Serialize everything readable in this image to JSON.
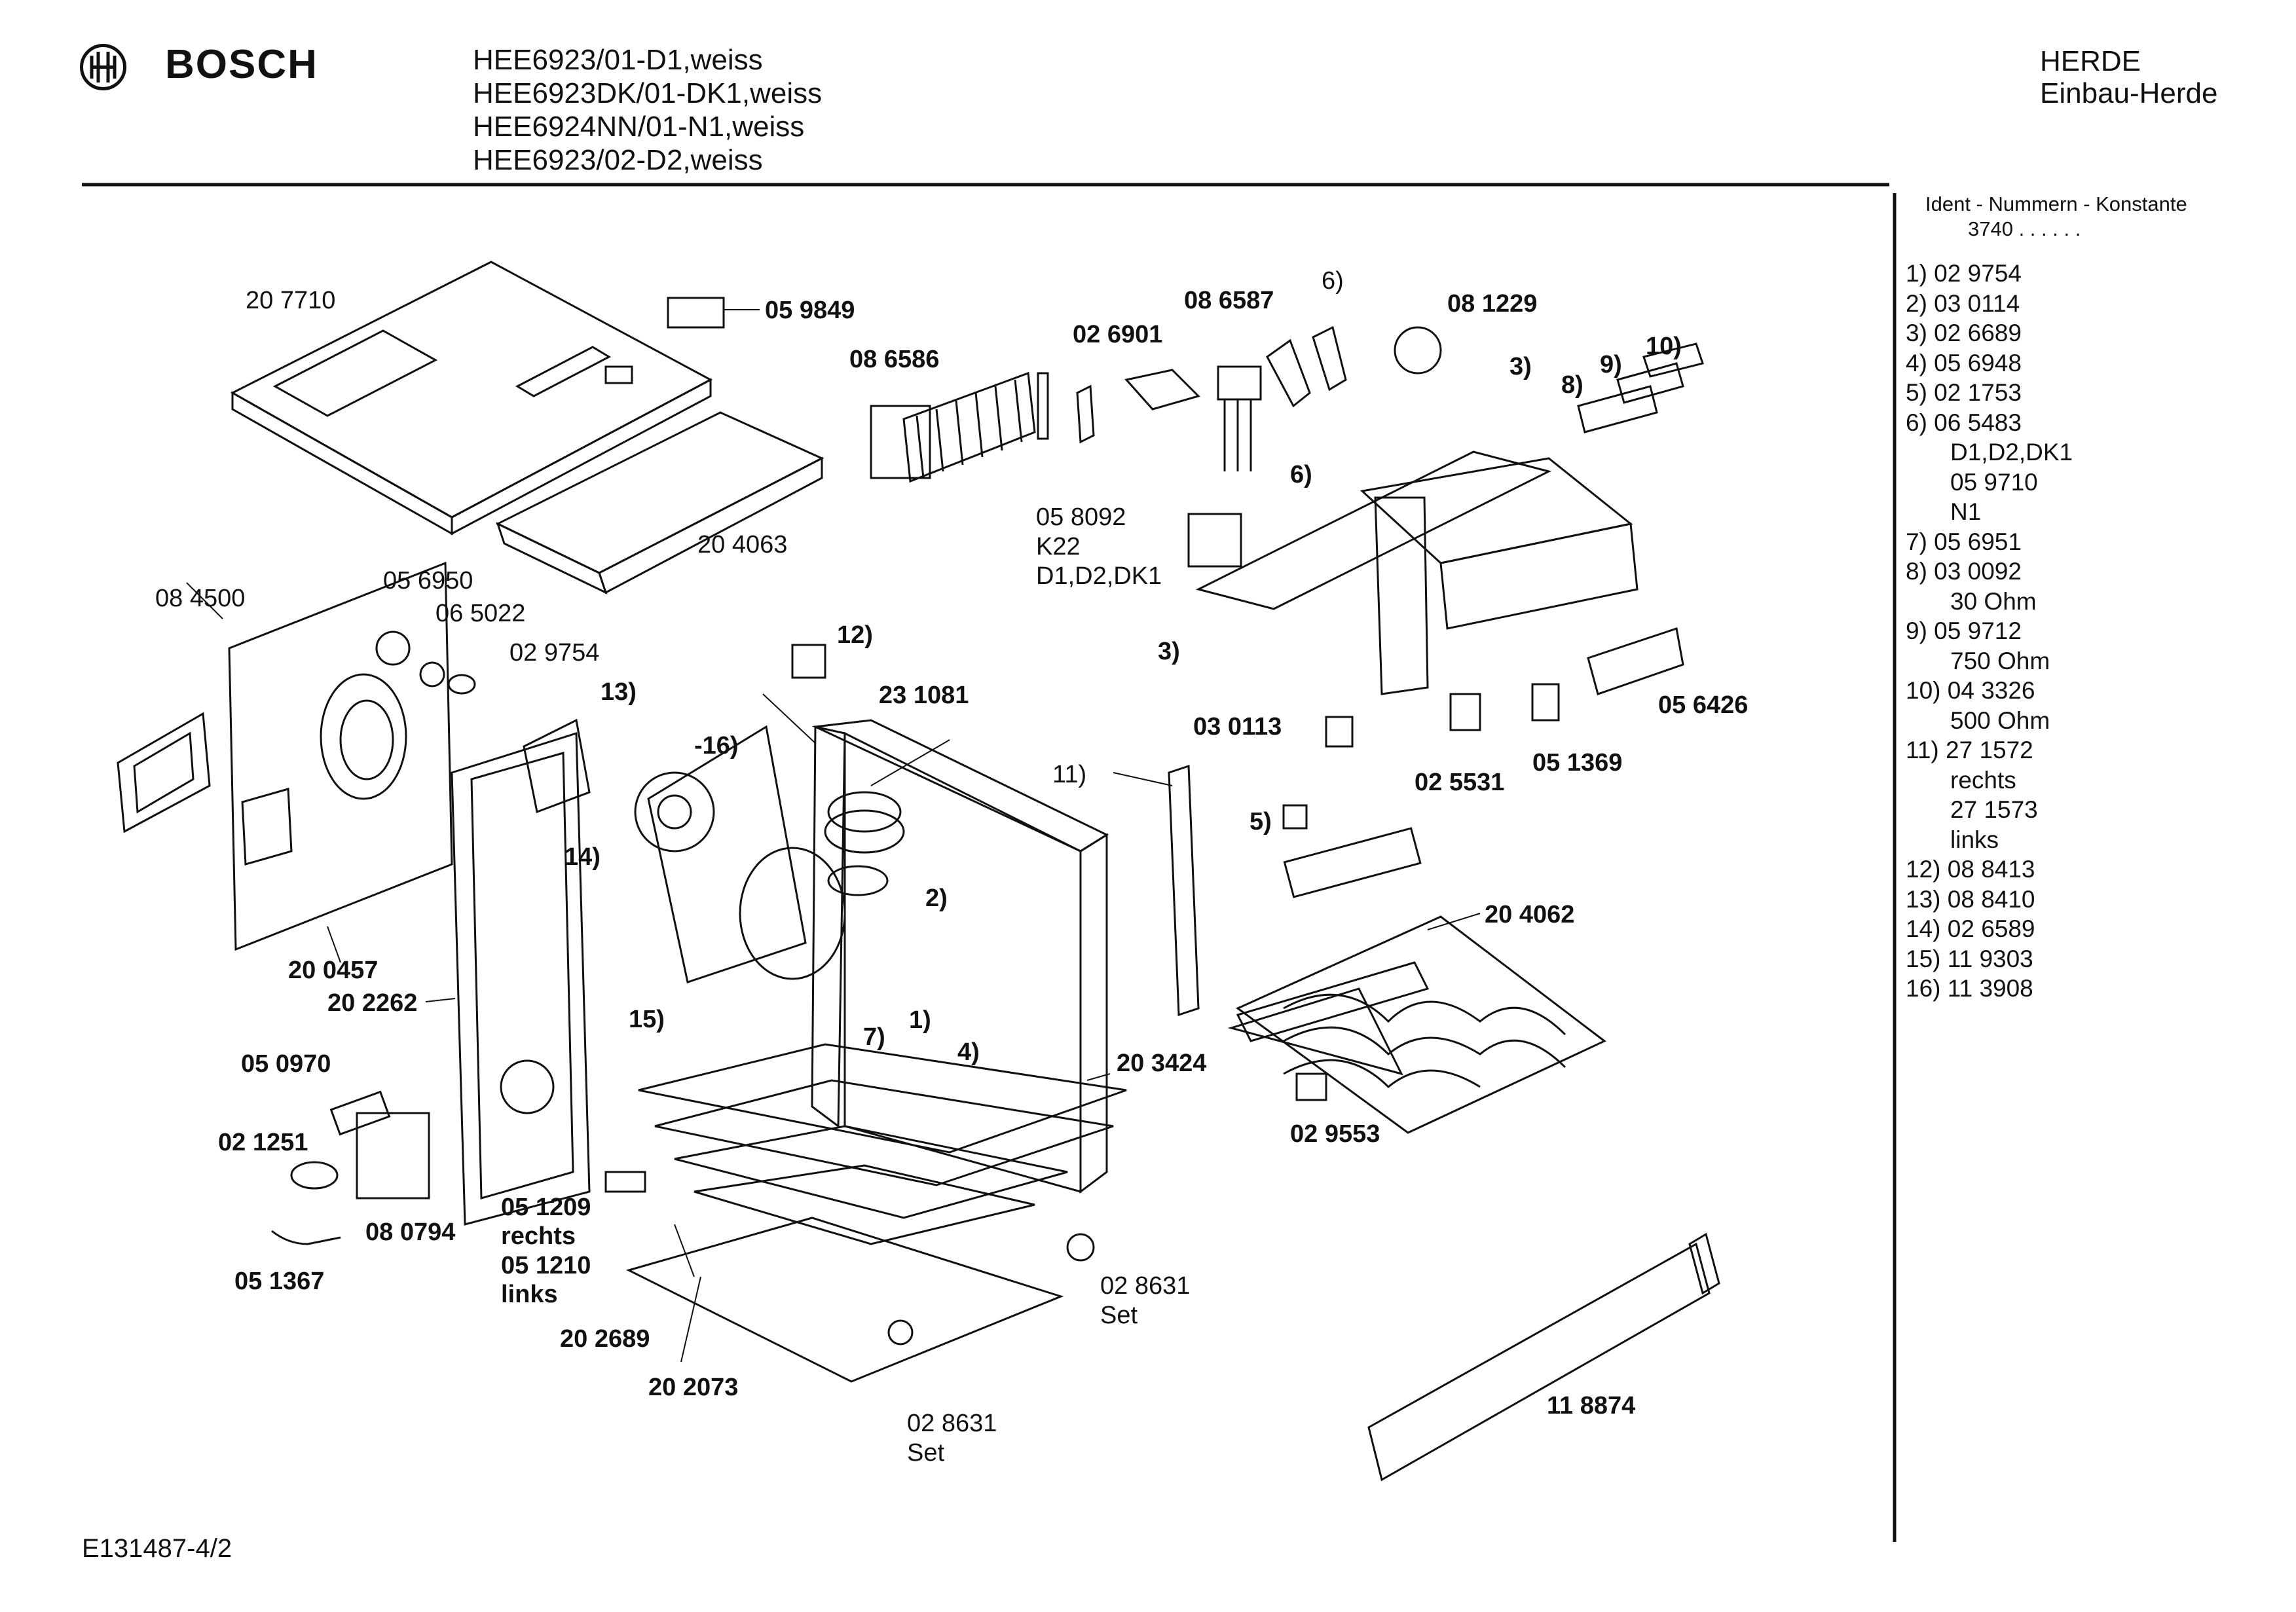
{
  "header": {
    "brand": "BOSCH",
    "models": [
      "HEE6923/01-D1,weiss",
      "HEE6923DK/01-DK1,weiss",
      "HEE6924NN/01-N1,weiss",
      "HEE6923/02-D2,weiss"
    ],
    "category": "HERDE",
    "subcategory": "Einbau-Herde"
  },
  "sidebar": {
    "title": "Ident - Nummern - Konstante",
    "constant": "3740 . .  . . . .",
    "parts": [
      "1)  02 9754",
      "2)  03 0114",
      "3)  02 6689",
      "4)  05 6948",
      "5)  02 1753",
      "6)  06 5483",
      "D1,D2,DK1",
      "05 9710",
      "N1",
      "7)  05 6951",
      "8)  03 0092",
      "30 Ohm",
      "9)  05 9712",
      "750 Ohm",
      "10) 04 3326",
      "500 Ohm",
      "11) 27 1572",
      "rechts",
      "27 1573",
      "links",
      "12) 08 8413",
      "13) 08 8410",
      "14) 02 6589",
      "15) 11 9303",
      "16) 11 3908"
    ]
  },
  "labels": {
    "l207710": "20 7710",
    "l059849": "05 9849",
    "l086586": "08 6586",
    "l026901": "02 6901",
    "l086587": "08 6587",
    "l6top": "6)",
    "l081229": "08 1229",
    "l3a": "3)",
    "l9": "9)",
    "l10": "10)",
    "l8": "8)",
    "l6b": "6)",
    "l204063": "20 4063",
    "l058092": "05 8092",
    "lK22": "K22",
    "lD1D2DK1": "D1,D2,DK1",
    "l084500": "08 4500",
    "l056950": "05 6950",
    "l065022": "06 5022",
    "l029754": "02 9754",
    "l12": "12)",
    "l3b": "3)",
    "l13": "13)",
    "l16": "-16)",
    "l231081": "23 1081",
    "l030113": "03 0113",
    "l056426": "05 6426",
    "l051369": "05 1369",
    "l025531": "02 5531",
    "l11": "11)",
    "l14": "14)",
    "l5": "5)",
    "l2": "2)",
    "l204062": "20 4062",
    "l200457": "20 0457",
    "l202262": "20 2262",
    "l15": "15)",
    "l7": "7)",
    "l1": "1)",
    "l4": "4)",
    "l203424": "20 3424",
    "l050970": "05 0970",
    "l029553": "02 9553",
    "l021251": "02 1251",
    "l080794": "08 0794",
    "l051209": "05 1209",
    "lrechts": "rechts",
    "l051210": "05 1210",
    "llinks": "links",
    "l051367": "05 1367",
    "l028631a": "02 8631",
    "lSeta": "Set",
    "l202689": "20 2689",
    "l202073": "20 2073",
    "l118874": "11 8874",
    "l028631b": "02 8631",
    "lSetb": "Set"
  },
  "footer": {
    "code": "E131487-4/2"
  }
}
